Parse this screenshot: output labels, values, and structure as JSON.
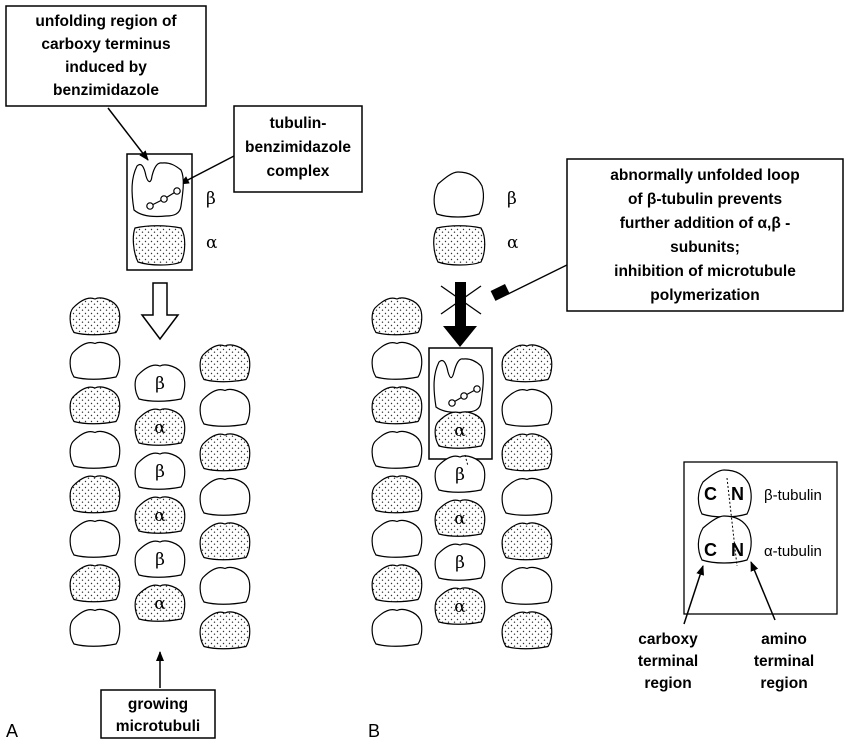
{
  "panel_a": {
    "letter": "A",
    "callout_unfolding": [
      "unfolding region of",
      "carboxy terminus",
      "induced by",
      "benzimidazole"
    ],
    "callout_complex": [
      "tubulin-",
      "benzimidazole",
      "complex"
    ],
    "free_dimer": [
      "β",
      "α"
    ],
    "center_column": [
      "β",
      "α",
      "β",
      "α",
      "β",
      "α"
    ],
    "callout_growing": [
      "growing",
      "microtubuli"
    ]
  },
  "panel_b": {
    "letter": "B",
    "free_dimer": [
      "β",
      "α"
    ],
    "callout_inhibition": [
      "abnormally unfolded loop",
      "of β-tubulin prevents",
      "further addition of α,β -",
      "subunits;",
      "inhibition of microtubule",
      "polymerization"
    ],
    "center_column": [
      "α",
      "β",
      "α",
      "β",
      "α"
    ]
  },
  "legend": {
    "c_label": "C",
    "n_label": "N",
    "beta_tubulin": "β-tubulin",
    "alpha_tubulin": "α-tubulin",
    "carboxy": [
      "carboxy",
      "terminal",
      "region"
    ],
    "amino": [
      "amino",
      "terminal",
      "region"
    ]
  }
}
